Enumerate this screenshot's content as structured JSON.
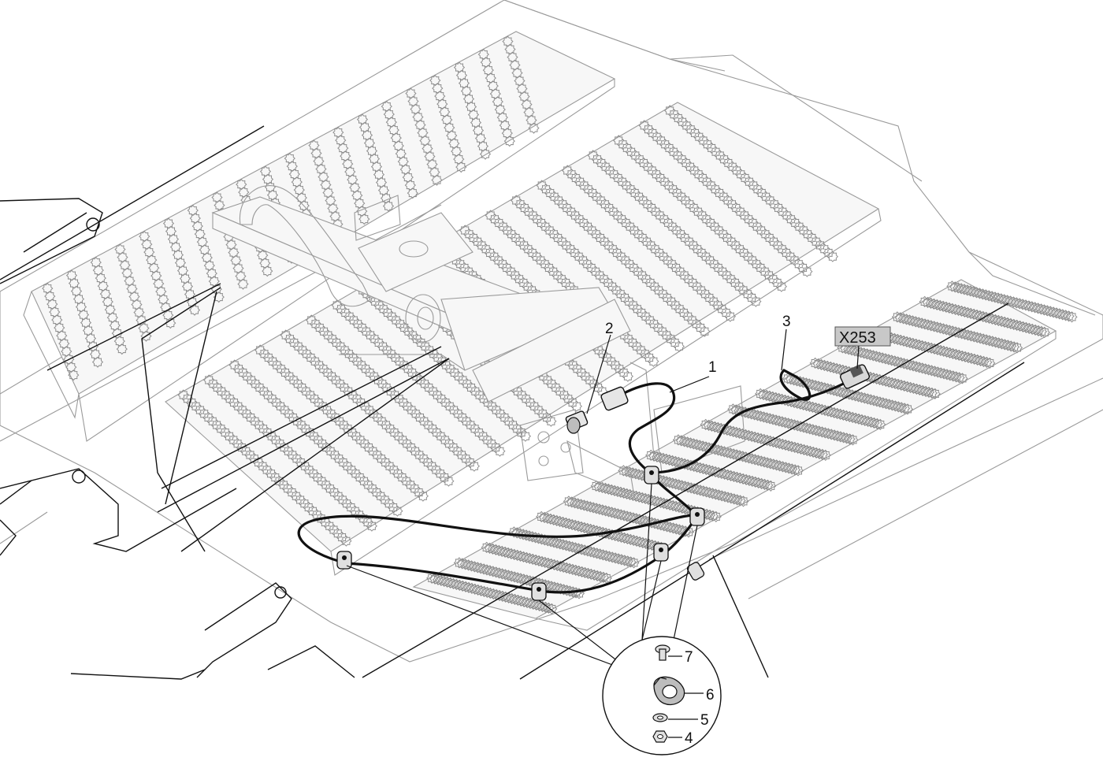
{
  "diagram": {
    "callouts": [
      {
        "id": "callout-1",
        "text": "1"
      },
      {
        "id": "callout-2",
        "text": "2"
      },
      {
        "id": "callout-3",
        "text": "3"
      },
      {
        "id": "callout-4",
        "text": "4"
      },
      {
        "id": "callout-5",
        "text": "5"
      },
      {
        "id": "callout-6",
        "text": "6"
      },
      {
        "id": "callout-7",
        "text": "7"
      }
    ],
    "connector_tag": "X253",
    "colors": {
      "line": "#111111",
      "ghost_line": "#9a9a9a",
      "tag_fill": "#c8c8c8"
    }
  }
}
